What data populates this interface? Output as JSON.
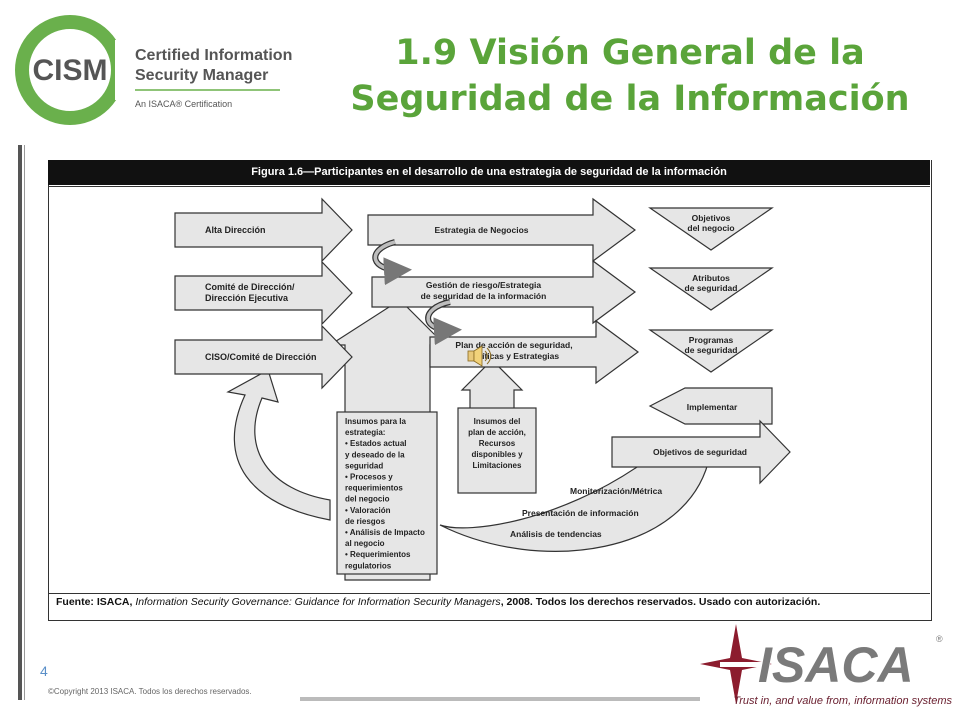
{
  "header": {
    "title_line1": "1.9 Visión General de la",
    "title_line2": "Seguridad de la Información"
  },
  "cism_logo": {
    "mark": "CISM",
    "line1": "Certified Information",
    "line2": "Security Manager",
    "line3": "An ISACA® Certification"
  },
  "figure": {
    "caption": "Figura 1.6—Participantes en el desarrollo de una estrategia de seguridad de la información",
    "source_lead": "Fuente: ISACA, ",
    "source_title": "Information Security Governance: Guidance for Information Security Managers",
    "source_tail": ", 2008. Todos los derechos reservados. Usado con autorización.",
    "left_arrows": [
      [
        "Alta Dirección"
      ],
      [
        "Comité de Dirección/",
        "Dirección Ejecutiva"
      ],
      [
        "CISO/Comité de Dirección"
      ]
    ],
    "middle_arrows": [
      [
        "Estrategia de Negocios"
      ],
      [
        "Gestión de riesgo/Estrategia",
        "de seguridad de la información"
      ],
      [
        "Plan de acción de seguridad,",
        "Políticas y Estrategias"
      ]
    ],
    "right_chevrons": [
      [
        "Objetivos",
        "del negocio"
      ],
      [
        "Atributos",
        "de seguridad"
      ],
      [
        "Programas",
        "de seguridad"
      ],
      [
        "Implementar"
      ]
    ],
    "objectives_arrow": "Objetivos de seguridad",
    "inputs_strategy": [
      "Insumos para la",
      "estrategia:",
      "• Estados actual",
      "  y deseado de la",
      "  seguridad",
      "• Procesos y",
      "  requerimientos",
      "  del negocio",
      "• Valoración",
      "  de riesgos",
      "• Análisis de Impacto",
      "  al negocio",
      "• Requerimientos",
      "  regulatorios"
    ],
    "inputs_action": [
      "Insumos del",
      "plan de acción,",
      "Recursos",
      "disponibles y",
      "Limitaciones"
    ],
    "feedback_labels": [
      "Monitorización/Métrica",
      "Presentación de información",
      "Análisis de tendencias"
    ]
  },
  "footer": {
    "page_number": "4",
    "copyright": "©Copyright 2013 ISACA. Todos los derechos reservados."
  },
  "isaca_logo": {
    "wordmark": "ISACA",
    "tagline": "Trust in, and value from, information systems"
  },
  "colors": {
    "title": "#5aa43a",
    "cism_ring": "#6ab04c",
    "isaca_red": "#8c1c2e",
    "isaca_gray": "#7a7a7a",
    "arrow_fill": "#e6e6e6",
    "outline": "#333333"
  },
  "icons": {
    "audio": "speaker-icon"
  }
}
